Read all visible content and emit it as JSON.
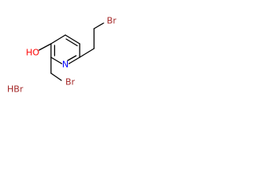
{
  "molecule": {
    "atoms": [
      {
        "id": "n1",
        "symbol": "N",
        "label": "N"
      },
      {
        "id": "o1",
        "symbol": "O",
        "label": "HO"
      },
      {
        "id": "br1",
        "symbol": "Br",
        "label": "Br"
      },
      {
        "id": "br2",
        "symbol": "Br",
        "label": "Br"
      }
    ],
    "salt": "HBr"
  },
  "colors": {
    "bond": "#000000",
    "nitrogen": "#0000ff",
    "oxygen": "#ff0000",
    "bromine": "#a52a2a",
    "salt": "#a52a2a"
  }
}
